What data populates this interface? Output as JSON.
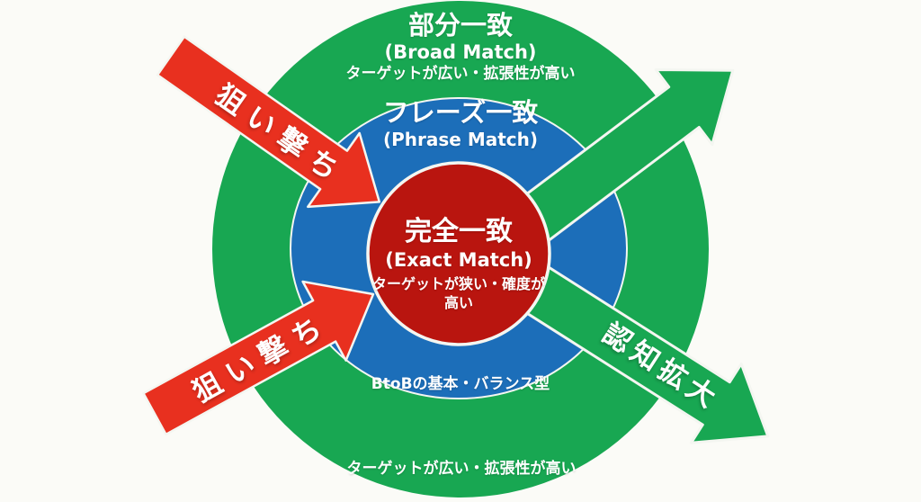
{
  "colors": {
    "background": "#fbfbf7",
    "green": "#18a752",
    "blue": "#1c6eb9",
    "red": "#b9150f",
    "red_arrow": "#e8301f",
    "outline": "#f4f6f1"
  },
  "rings": {
    "broad": {
      "title": "部分一致",
      "subtitle": "(Broad Match)",
      "note_top": "ターゲットが広い・拡張性が高い",
      "note_bottom": "ターゲットが広い・拡張性が高い"
    },
    "phrase": {
      "title": "フレーズ一致",
      "subtitle": "(Phrase Match)",
      "note_bottom": "BtoBの基本・バランス型"
    },
    "exact": {
      "title": "完全一致",
      "subtitle": "(Exact Match)",
      "note": "ターゲットが狭い・確度が高い"
    }
  },
  "arrows": {
    "snipe_top_left": {
      "label": "狙い撃ち",
      "direction": "inward-to-center"
    },
    "snipe_bottom_left": {
      "label": "狙い撃ち",
      "direction": "inward-to-center"
    },
    "expand_top_right": {
      "label": "",
      "direction": "outward"
    },
    "expand_bottom_right": {
      "label": "認知拡大",
      "direction": "outward"
    }
  }
}
